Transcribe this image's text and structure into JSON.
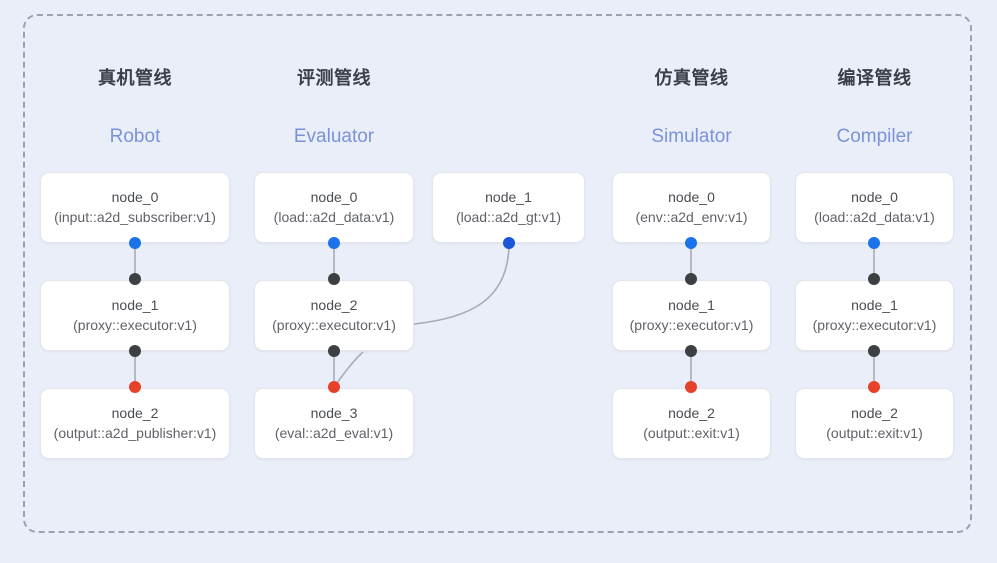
{
  "diagram": {
    "frame_style": "dashed-rounded",
    "background_color": "#eaeef8",
    "frame_color": "#9aa2b1",
    "node_fill": "#ffffff",
    "node_border": "#e3e6ec",
    "subtitle_color": "#7a93d8",
    "title_color": "#3b3f46",
    "port_colors": {
      "output_blue": "#1a73e8",
      "input_dark": "#3c4043",
      "terminal_red": "#e8412a",
      "wire": "#9ea4ad"
    }
  },
  "columns": [
    {
      "id": "robot",
      "title": "真机管线",
      "subtitle": "Robot",
      "nodes": [
        {
          "name": "node_0",
          "type": "(input::a2d_subscriber:v1)"
        },
        {
          "name": "node_1",
          "type": "(proxy::executor:v1)"
        },
        {
          "name": "node_2",
          "type": "(output::a2d_publisher:v1)"
        }
      ]
    },
    {
      "id": "evaluator",
      "title": "评测管线",
      "subtitle": "Evaluator",
      "nodes": [
        {
          "name": "node_0",
          "type": "(load::a2d_data:v1)"
        },
        {
          "name": "node_2",
          "type": "(proxy::executor:v1)"
        },
        {
          "name": "node_3",
          "type": "(eval::a2d_eval:v1)"
        }
      ],
      "side_nodes": [
        {
          "name": "node_1",
          "type": "(load::a2d_gt:v1)"
        }
      ]
    },
    {
      "id": "simulator",
      "title": "仿真管线",
      "subtitle": "Simulator",
      "nodes": [
        {
          "name": "node_0",
          "type": "(env::a2d_env:v1)"
        },
        {
          "name": "node_1",
          "type": "(proxy::executor:v1)"
        },
        {
          "name": "node_2",
          "type": "(output::exit:v1)"
        }
      ]
    },
    {
      "id": "compiler",
      "title": "编译管线",
      "subtitle": "Compiler",
      "nodes": [
        {
          "name": "node_0",
          "type": "(load::a2d_data:v1)"
        },
        {
          "name": "node_1",
          "type": "(proxy::executor:v1)"
        },
        {
          "name": "node_2",
          "type": "(output::exit:v1)"
        }
      ]
    }
  ]
}
